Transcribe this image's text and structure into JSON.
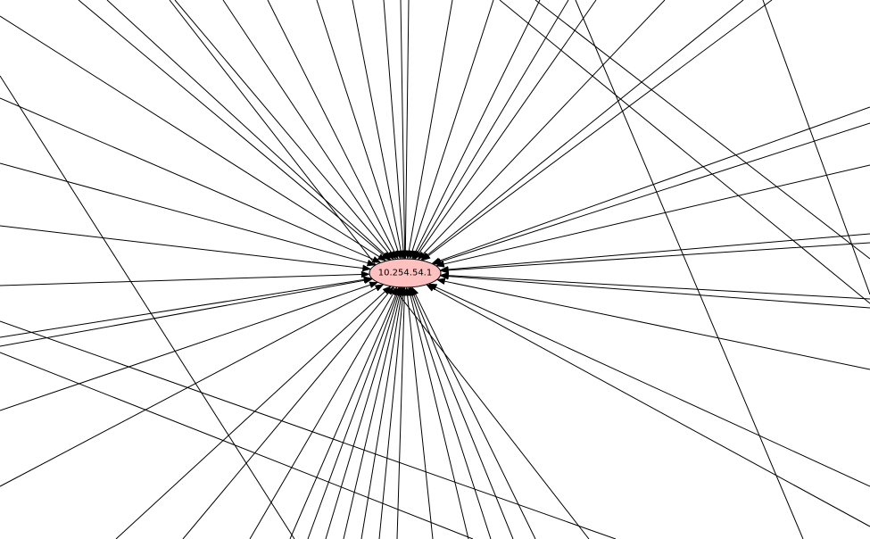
{
  "graph": {
    "center_node": {
      "label": "10.254.54.1",
      "fill_color": "#ffc0c0",
      "stroke_color": "#000000",
      "shape": "ellipse"
    },
    "edge_color": "#000000",
    "edge_direction": "inbound-to-center",
    "through_edges_visible": true
  }
}
